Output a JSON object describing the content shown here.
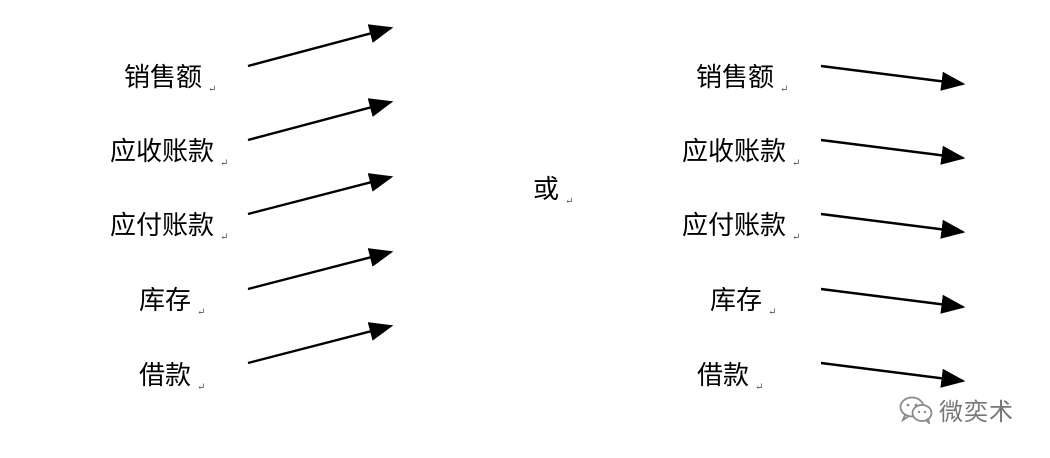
{
  "left_column": {
    "items": [
      {
        "label": "销售额"
      },
      {
        "label": "应收账款"
      },
      {
        "label": "应付账款"
      },
      {
        "label": "库存"
      },
      {
        "label": "借款"
      }
    ]
  },
  "middle": {
    "text": "或"
  },
  "right_column": {
    "items": [
      {
        "label": "销售额"
      },
      {
        "label": "应收账款"
      },
      {
        "label": "应付账款"
      },
      {
        "label": "库存"
      },
      {
        "label": "借款"
      }
    ]
  },
  "paragraph_mark": "↵",
  "watermark": {
    "text": "微奕术",
    "icon": "wechat-icon"
  },
  "colors": {
    "text": "#000000",
    "arrow": "#000000",
    "watermark": "#777777"
  }
}
